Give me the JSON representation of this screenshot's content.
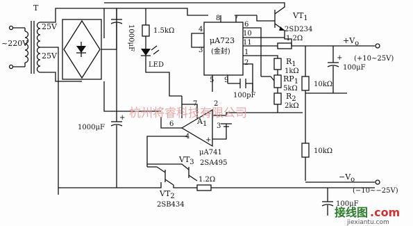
{
  "transformer": {
    "label": "T",
    "primary": "~220V",
    "sec_top": "25V",
    "sec_bot": "25V"
  },
  "capacitors": {
    "c_main": "1000μF",
    "c_mid": "1000μF",
    "c_comp": "100pF",
    "c_out_pos": "100μF",
    "c_out_neg": "100μF"
  },
  "resistors": {
    "r_led": "1.5kΩ",
    "r_sense_pos": "1.2Ω",
    "r1_name": "R",
    "r1_sub": "1",
    "r1_val": "1kΩ",
    "rp_name": "RP",
    "rp_sub": "1",
    "rp_val": "5kΩ",
    "r2_name": "R",
    "r2_sub": "2",
    "r2_val": "2kΩ",
    "r_div1": "10kΩ",
    "r_div2": "10kΩ",
    "r_sense_neg": "1.2Ω"
  },
  "led": {
    "label": "LED"
  },
  "ic1": {
    "name": "μA723",
    "package": "(金封)",
    "pins": [
      "8",
      "7",
      "4",
      "3",
      "6",
      "10",
      "11",
      "1",
      "2",
      "5",
      "9"
    ]
  },
  "ic2": {
    "name": "A",
    "sub": "1",
    "part": "μA741",
    "pins": [
      "2",
      "6",
      "4",
      "3",
      "7"
    ],
    "minus": "−",
    "plus": "+"
  },
  "transistors": {
    "vt1_name": "VT",
    "vt1_sub": "1",
    "vt1_part": "2SD234",
    "vt2_name": "VT",
    "vt2_sub": "2",
    "vt2_part": "2SB434",
    "vt3_name": "VT",
    "vt3_sub": "3",
    "vt3_part": "2SA495"
  },
  "outputs": {
    "vpos": "+V",
    "vpos_sub": "o",
    "vpos_range": "(+10~25V)",
    "vneg": "−V",
    "vneg_sub": "o",
    "vneg_range": "(−10~−25V)"
  },
  "watermark": {
    "text": "杭州将睿科技有限公司",
    "logo": "接线图",
    "logo_suffix": ".com",
    "site": "jiexiantu.com"
  }
}
